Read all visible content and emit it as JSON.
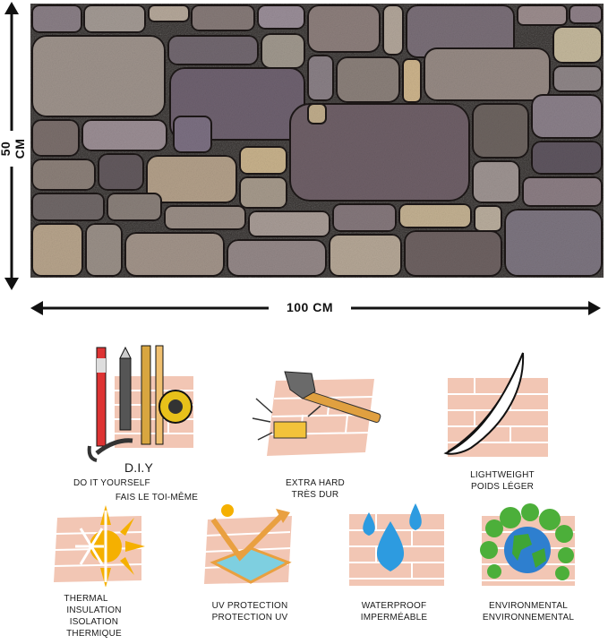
{
  "dimensions": {
    "height_label": "50 CM",
    "width_label": "100 CM"
  },
  "features": [
    {
      "id": "diy",
      "icon": "tools-icon",
      "lines": [
        "D.I.Y",
        "DO IT YOURSELF",
        "FAIS LE TOI-MÊME"
      ]
    },
    {
      "id": "extra-hard",
      "icon": "hammer-icon",
      "lines": [
        "EXTRA HARD",
        "TRÈS DUR"
      ]
    },
    {
      "id": "lightweight",
      "icon": "feather-icon",
      "lines": [
        "LIGHTWEIGHT",
        "POIDS LÉGER"
      ]
    },
    {
      "id": "thermal",
      "icon": "snowflake-sun-icon",
      "lines": [
        "THERMAL",
        "INSULATION",
        "ISOLATION",
        "THERMIQUE"
      ]
    },
    {
      "id": "uv",
      "icon": "uv-shield-icon",
      "lines": [
        "UV PROTECTION",
        "PROTECTION UV"
      ]
    },
    {
      "id": "waterproof",
      "icon": "water-drops-icon",
      "lines": [
        "WATERPROOF",
        "IMPERMÉABLE"
      ]
    },
    {
      "id": "environmental",
      "icon": "earth-tree-icon",
      "lines": [
        "ENVIRONMENTAL",
        "ENVIRONNEMENTAL"
      ]
    }
  ],
  "colors": {
    "brick_bg": "#f2c6b4",
    "brick_line": "#ffffff",
    "stone_dark": "#6e6068",
    "stone_mortar": "#2a2624"
  }
}
